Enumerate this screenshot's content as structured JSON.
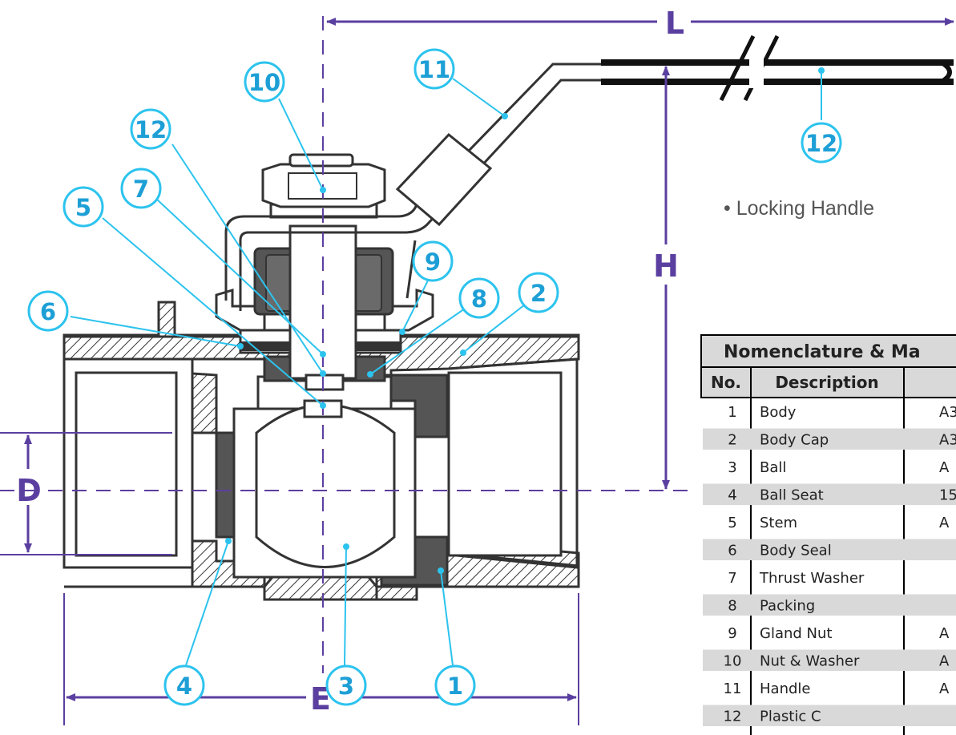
{
  "dimensions": {
    "L": "L",
    "H": "H",
    "D": "D",
    "E": "E"
  },
  "callouts": [
    "1",
    "2",
    "3",
    "4",
    "5",
    "6",
    "7",
    "8",
    "9",
    "10",
    "11",
    "12"
  ],
  "locking_label": "• Locking Handle",
  "table": {
    "title": "Nomenclature & Ma",
    "headers": [
      "No.",
      "Description",
      ""
    ],
    "rows": [
      {
        "no": "1",
        "desc": "Body",
        "mat": "A3"
      },
      {
        "no": "2",
        "desc": "Body Cap",
        "mat": "A3"
      },
      {
        "no": "3",
        "desc": "Ball",
        "mat": "A"
      },
      {
        "no": "4",
        "desc": "Ball Seat",
        "mat": "15"
      },
      {
        "no": "5",
        "desc": "Stem",
        "mat": "A"
      },
      {
        "no": "6",
        "desc": "Body Seal",
        "mat": ""
      },
      {
        "no": "7",
        "desc": "Thrust Washer",
        "mat": ""
      },
      {
        "no": "8",
        "desc": "Packing",
        "mat": ""
      },
      {
        "no": "9",
        "desc": "Gland Nut",
        "mat": "A"
      },
      {
        "no": "10",
        "desc": "Nut & Washer",
        "mat": "A"
      },
      {
        "no": "11",
        "desc": "Handle",
        "mat": "A"
      },
      {
        "no": "12",
        "desc": "Plastic C",
        "mat": ""
      }
    ]
  },
  "colors": {
    "dimension": "#5b3fa0",
    "callout": "#2cc3ee",
    "callout_text": "#1d9fd6",
    "metal": "#333333",
    "seat": "#555555",
    "table_shade": "#d9d9d9"
  }
}
